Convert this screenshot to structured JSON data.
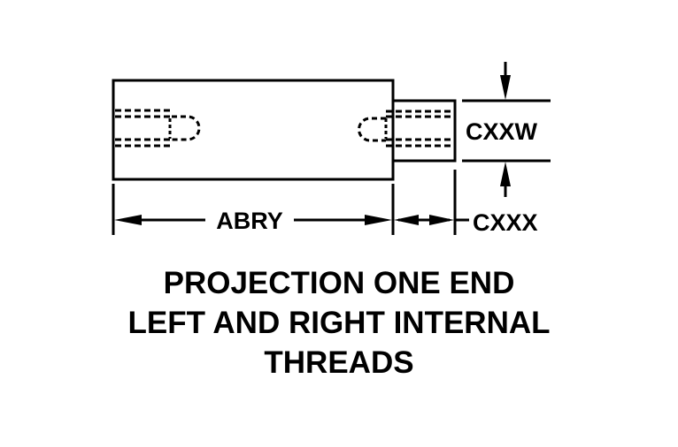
{
  "diagram": {
    "labels": {
      "overall_length": "ABRY",
      "projection_diameter": "CXXW",
      "projection_length": "CXXX"
    },
    "caption": {
      "lines": [
        "PROJECTION ONE END",
        "LEFT AND RIGHT INTERNAL",
        "THREADS"
      ]
    },
    "colors": {
      "line": "#000000",
      "background": "#ffffff"
    }
  }
}
